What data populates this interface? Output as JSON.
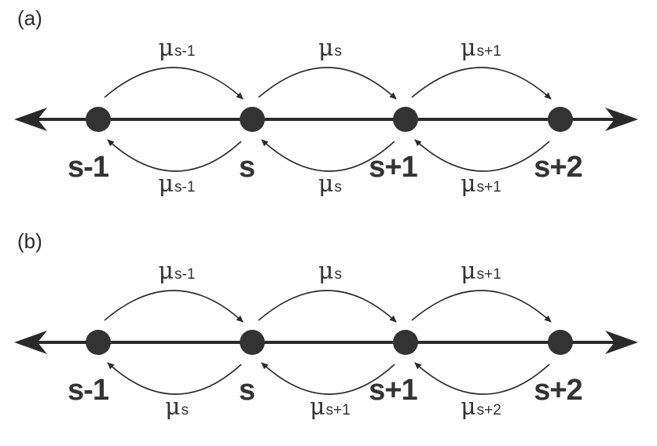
{
  "panels": [
    {
      "label": "(a)",
      "states": [
        "s-1",
        "s",
        "s+1",
        "s+2"
      ],
      "forward_rates": [
        {
          "symbol": "μ",
          "sub": "s-1"
        },
        {
          "symbol": "μ",
          "sub": "s"
        },
        {
          "symbol": "μ",
          "sub": "s+1"
        }
      ],
      "backward_rates": [
        {
          "symbol": "μ",
          "sub": "s-1"
        },
        {
          "symbol": "μ",
          "sub": "s"
        },
        {
          "symbol": "μ",
          "sub": "s+1"
        }
      ]
    },
    {
      "label": "(b)",
      "states": [
        "s-1",
        "s",
        "s+1",
        "s+2"
      ],
      "forward_rates": [
        {
          "symbol": "μ",
          "sub": "s-1"
        },
        {
          "symbol": "μ",
          "sub": "s"
        },
        {
          "symbol": "μ",
          "sub": "s+1"
        }
      ],
      "backward_rates": [
        {
          "symbol": "μ",
          "sub": "s"
        },
        {
          "symbol": "μ",
          "sub": "s+1"
        },
        {
          "symbol": "μ",
          "sub": "s+2"
        }
      ]
    }
  ],
  "colors": {
    "ink": "#2a2a2a",
    "node": "#333333"
  }
}
